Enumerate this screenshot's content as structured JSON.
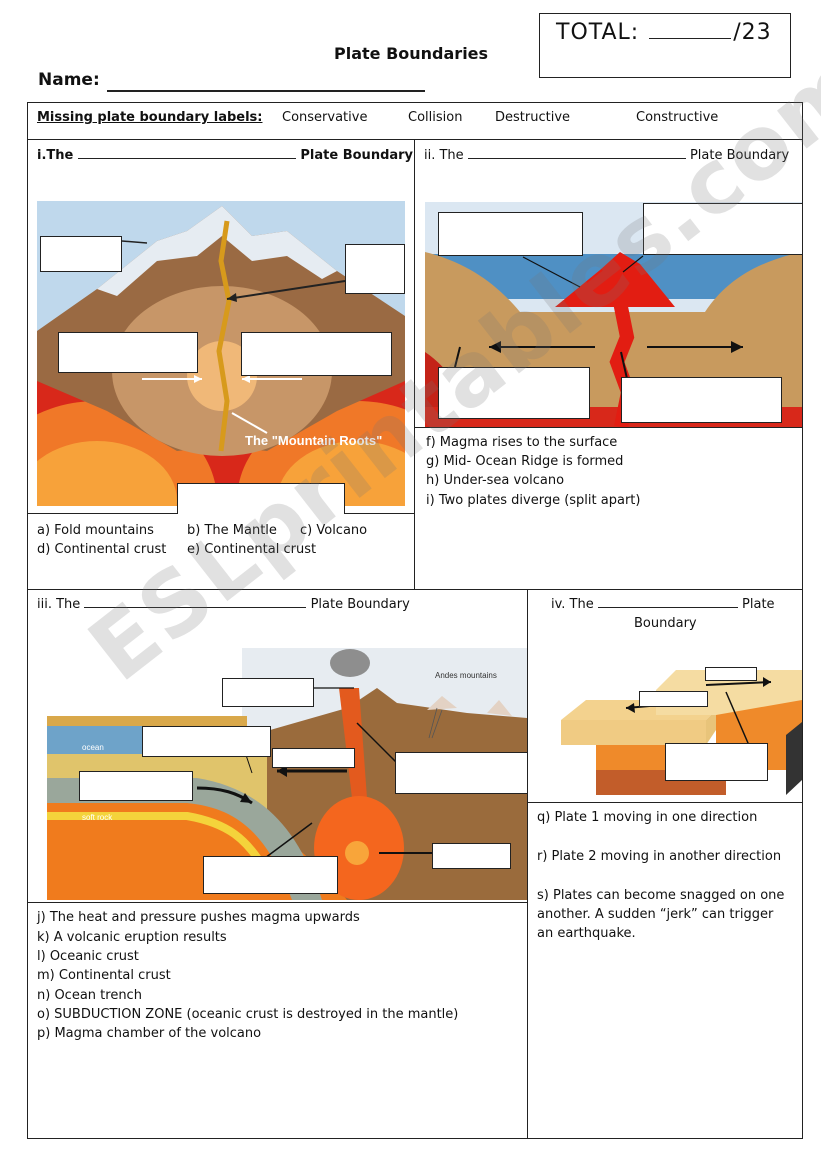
{
  "header": {
    "title": "Plate Boundaries",
    "total_label": "TOTAL:",
    "total_suffix": "/23",
    "name_label": "Name:"
  },
  "missing_labels": {
    "heading": "Missing plate boundary labels:",
    "options": [
      "Conservative",
      "Collision",
      "Destructive",
      "Constructive"
    ]
  },
  "sections": {
    "i": {
      "prefix": "i.The",
      "suffix": "Plate Boundary",
      "image_caption": "The \"Mountain Roots\"",
      "items": [
        "a) Fold mountains",
        "b) The Mantle",
        "c) Volcano",
        "d) Continental crust",
        "e) Continental crust"
      ]
    },
    "ii": {
      "prefix": "ii. The",
      "suffix": "Plate Boundary",
      "items": [
        "f) Magma rises to the surface",
        "g) Mid- Ocean Ridge is formed",
        "h) Under-sea volcano",
        "i) Two plates diverge (split apart)"
      ]
    },
    "iii": {
      "prefix": "iii. The",
      "suffix": "Plate Boundary",
      "image_labels": {
        "andes": "Andes mountains",
        "ocean": "ocean",
        "soft_rock": "soft rock"
      },
      "items": [
        "j) The heat and pressure pushes magma upwards",
        "k) A volcanic eruption results",
        "l) Oceanic crust",
        "m) Continental crust",
        "n) Ocean trench",
        "o) SUBDUCTION ZONE (oceanic crust is destroyed in the mantle)",
        "p) Magma chamber of the volcano"
      ]
    },
    "iv": {
      "prefix": "iv. The",
      "suffix_line1": "Plate",
      "suffix_line2": "Boundary",
      "items": [
        "q) Plate 1 moving in one direction",
        "r) Plate 2 moving in another direction",
        "s) Plates can become snagged on one",
        "another. A sudden “jerk” can trigger",
        "an earthquake."
      ]
    }
  },
  "watermark": "ESLprintables.com",
  "colors": {
    "magma": "#e21d12",
    "lava": "#d79a1c",
    "crust": "#c89a5e",
    "mantle": "#e8431d",
    "sea": "#4f90c4"
  }
}
